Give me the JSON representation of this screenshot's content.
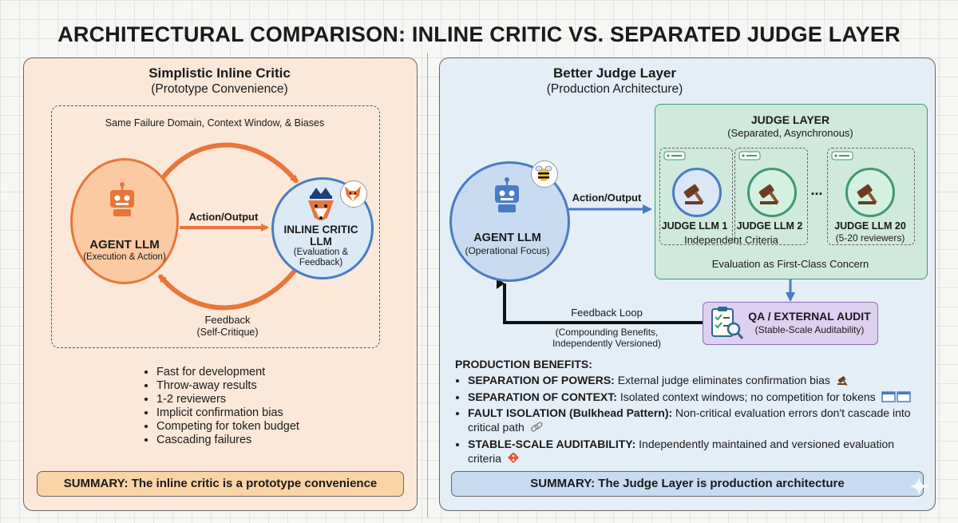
{
  "title": "ARCHITECTURAL COMPARISON: INLINE CRITIC VS. SEPARATED JUDGE LAYER",
  "left": {
    "title": "Simplistic Inline Critic",
    "subtitle": "(Prototype Convenience)",
    "domain_label": "Same Failure Domain, Context Window, & Biases",
    "agent_title": "AGENT LLM",
    "agent_sub": "(Execution & Action)",
    "critic_title_1": "INLINE CRITIC",
    "critic_title_2": "LLM",
    "critic_sub_1": "(Evaluation &",
    "critic_sub_2": "Feedback)",
    "action_label": "Action/Output",
    "feedback_label": "Feedback",
    "feedback_sub": "(Self-Critique)",
    "bullets": [
      "Fast for development",
      "Throw-away results",
      "1-2 reviewers",
      "Implicit confirmation bias",
      "Competing for token budget",
      "Cascading failures"
    ],
    "summary": "SUMMARY: The inline critic is a prototype convenience"
  },
  "right": {
    "title": "Better Judge Layer",
    "subtitle": "(Production Architecture)",
    "agent_title": "AGENT LLM",
    "agent_sub": "(Operational Focus)",
    "action_label": "Action/Output",
    "judge_layer_title": "JUDGE LAYER",
    "judge_layer_sub": "(Separated, Asynchronous)",
    "judges": [
      "JUDGE LLM 1",
      "JUDGE LLM 2",
      "JUDGE LLM 20"
    ],
    "ellipsis": "...",
    "judges_note": "(5-20 reviewers)",
    "criteria_label": "Independent Criteria",
    "eval_label": "Evaluation as First-Class Concern",
    "qa_title": "QA / EXTERNAL AUDIT",
    "qa_sub": "(Stable-Scale Auditability)",
    "feedback_label": "Feedback Loop",
    "feedback_sub_1": "(Compounding Benefits,",
    "feedback_sub_2": "Independently Versioned)",
    "benefits_heading": "PRODUCTION BENEFITS:",
    "benefits": [
      {
        "bold": "SEPARATION OF POWERS:",
        "text": " External judge eliminates confirmation bias",
        "icon": "gavel-icon"
      },
      {
        "bold": "SEPARATION OF CONTEXT:",
        "text": " Isolated context windows; no competition for tokens",
        "icon": "windows-icon"
      },
      {
        "bold": "FAULT ISOLATION (Bulkhead Pattern):",
        "text": " Non-critical evaluation errors don't cascade into critical path",
        "icon": "link-icon"
      },
      {
        "bold": "STABLE-SCALE AUDITABILITY:",
        "text": " Independently maintained and versioned evaluation criteria",
        "icon": "git-icon"
      }
    ],
    "summary": "SUMMARY: The Judge Layer is production architecture"
  },
  "colors": {
    "orange": "#e8763a",
    "blue": "#4a7cc2",
    "green": "#3f9a6d",
    "purple": "#b49bd9",
    "left_bg": "#fbe8d8",
    "right_bg": "#e4eef7"
  }
}
